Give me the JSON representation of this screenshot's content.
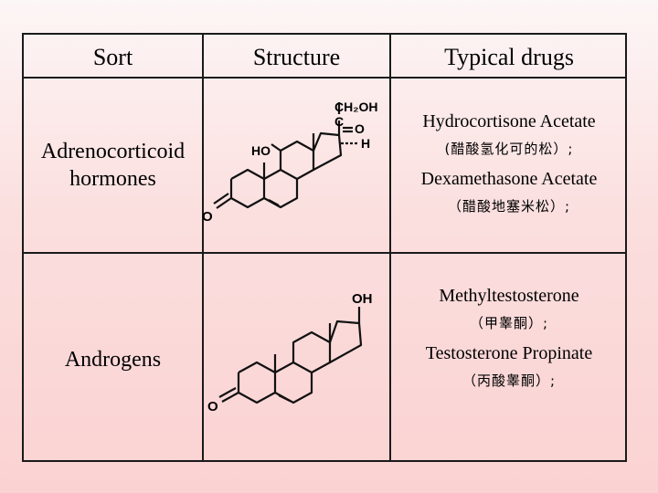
{
  "headers": {
    "sort": "Sort",
    "structure": "Structure",
    "drugs": "Typical drugs"
  },
  "rows": [
    {
      "sort_line1": "Adrenocorticoid",
      "sort_line2": "hormones",
      "labels": {
        "ch2oh": "CH₂OH",
        "o_top": "O",
        "ho": "HO",
        "h": "H",
        "o_bottom": "O"
      },
      "drugs": [
        {
          "en": "Hydrocortisone Acetate",
          "cn": "(醋酸氢化可的松）;"
        },
        {
          "en": "Dexamethasone Acetate",
          "cn": "（醋酸地塞米松）;"
        }
      ]
    },
    {
      "sort_line1": "Androgens",
      "labels": {
        "oh": "OH",
        "o_bottom": "O"
      },
      "drugs": [
        {
          "en": "Methyltestosterone",
          "cn": "（甲睾酮）;"
        },
        {
          "en": "Testosterone Propinate",
          "cn": "（丙酸睾酮）;"
        }
      ]
    }
  ]
}
